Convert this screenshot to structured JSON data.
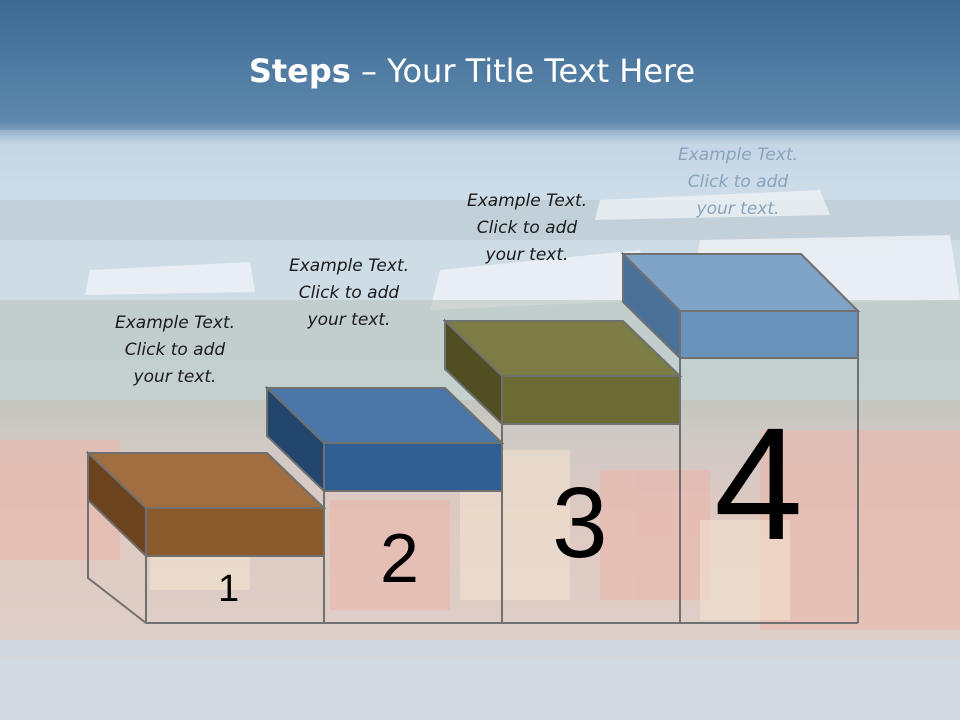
{
  "slide": {
    "title_bold": "Steps",
    "title_rest": " – Your Title Text Here"
  },
  "steps": [
    {
      "number": "1",
      "text_lines": [
        "Example Text.",
        "Click  to add",
        "your text."
      ],
      "front_color": "#8a5a2c",
      "top_color": "#a06e40",
      "side_color": "#6b431f"
    },
    {
      "number": "2",
      "text_lines": [
        "Example Text.",
        "Click  to add",
        "your text."
      ],
      "front_color": "#2f5e93",
      "top_color": "#4a77a8",
      "side_color": "#22466e"
    },
    {
      "number": "3",
      "text_lines": [
        "Example Text.",
        "Click  to add",
        "your text."
      ],
      "front_color": "#6b6b33",
      "top_color": "#7c7c45",
      "side_color": "#4f4f22"
    },
    {
      "number": "4",
      "text_lines": [
        "Example Text.",
        "Click  to add",
        "your text."
      ],
      "front_color": "#6993bb",
      "top_color": "#7fa4c8",
      "side_color": "#4a7299"
    }
  ],
  "colors": {
    "sky_top": "#3f6d95",
    "band": "#5f88ad",
    "outline": "#707070"
  }
}
